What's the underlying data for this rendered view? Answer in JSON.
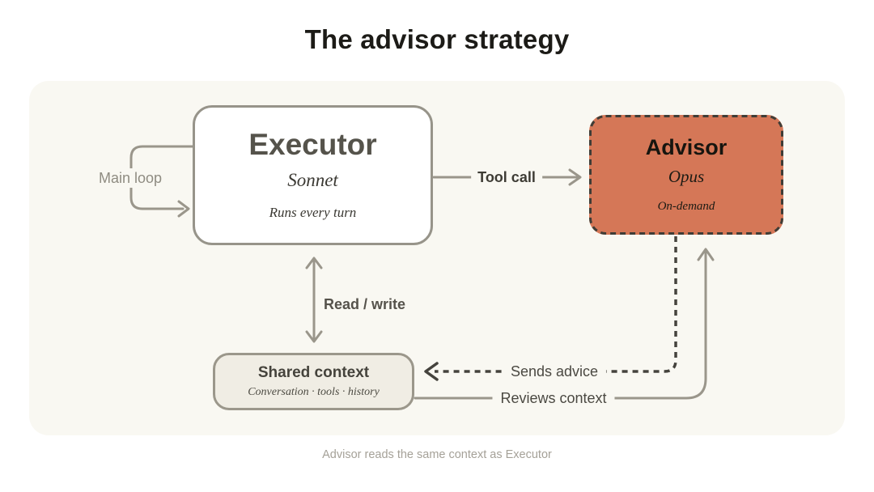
{
  "title": "The advisor strategy",
  "caption": "Advisor reads the same context as Executor",
  "nodes": {
    "executor": {
      "label": "Executor",
      "model": "Sonnet",
      "note": "Runs every turn"
    },
    "advisor": {
      "label": "Advisor",
      "model": "Opus",
      "note": "On-demand"
    },
    "shared_context": {
      "label": "Shared context",
      "note": "Conversation · tools · history"
    }
  },
  "edges": {
    "main_loop": {
      "label": "Main loop",
      "style": "solid-gray-loop"
    },
    "tool_call": {
      "label": "Tool call",
      "style": "solid-gray",
      "from": "executor",
      "to": "advisor"
    },
    "read_write": {
      "label": "Read / write",
      "style": "solid-gray-double-arrow",
      "from": "executor",
      "to": "shared_context"
    },
    "sends_advice": {
      "label": "Sends advice",
      "style": "dashed-dark",
      "from": "advisor",
      "to": "shared_context"
    },
    "reviews_context": {
      "label": "Reviews context",
      "style": "solid-gray",
      "from": "shared_context",
      "to": "advisor"
    }
  },
  "colors": {
    "panel_bg": "#f9f8f2",
    "advisor_fill": "#d57757",
    "advisor_dash_border": "#3f3d37",
    "box_border_gray": "#97948a",
    "shared_fill": "#f0ede4",
    "arrow_gray": "#9a968b",
    "dashed_arrow_dark": "#45433d",
    "title_color": "#1c1b17",
    "caption_color": "#a5a198"
  }
}
